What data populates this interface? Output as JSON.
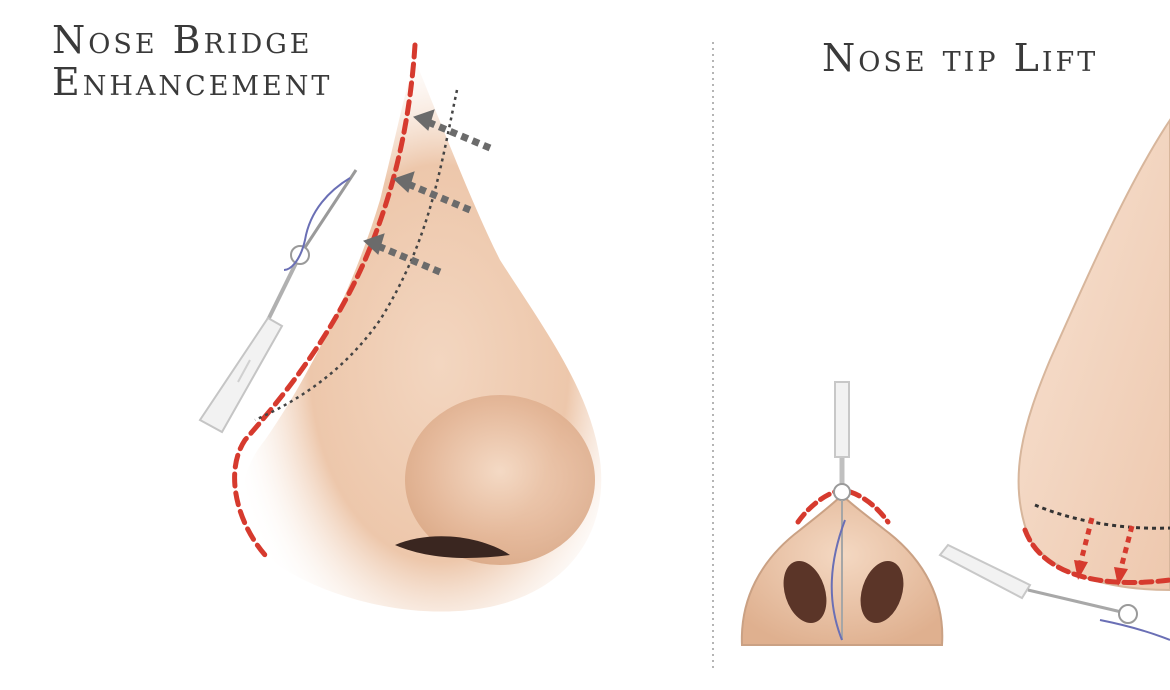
{
  "panels": [
    {
      "id": "nose-bridge",
      "title_lines": [
        "Nose Bridge",
        "Enhancement"
      ]
    },
    {
      "id": "nose-tip",
      "title_lines": [
        "Nose tip Lift"
      ]
    }
  ],
  "colors": {
    "skin": "#f2d3bc",
    "skin_shadow": "#d9ab8a",
    "thread_line": "#d63a2e",
    "guide_line": "#444444",
    "arrow": "#6b6b6b",
    "divider": "#b5b5b5",
    "suture": "#6a6fb5"
  },
  "icons": [
    "cannula-icon",
    "suture-thread-icon",
    "direction-arrow-icon"
  ]
}
